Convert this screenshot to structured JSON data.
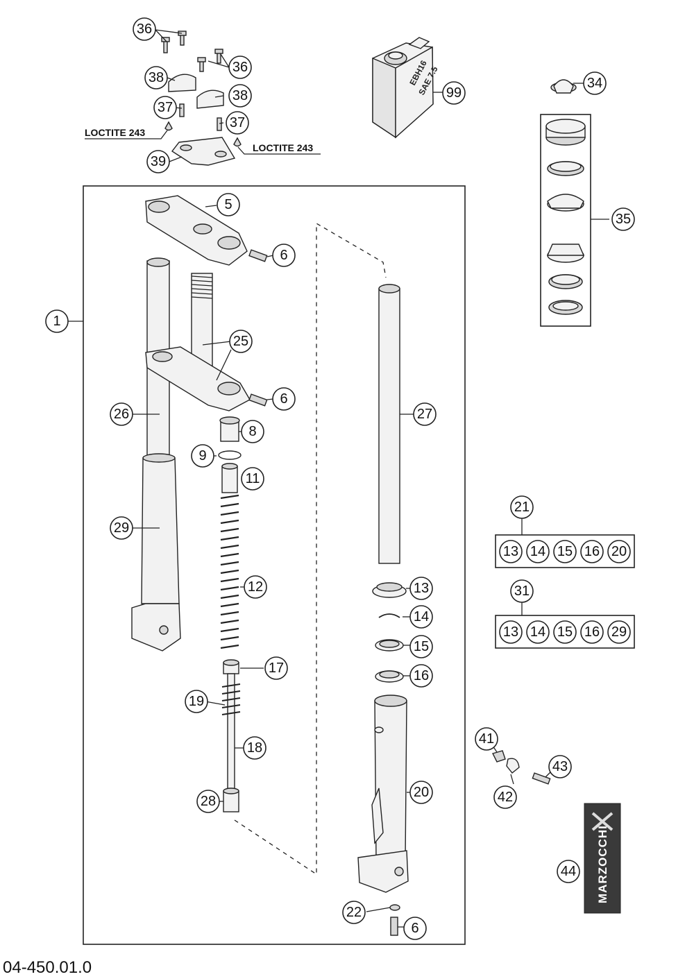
{
  "document_id": "04-450.01.0",
  "annotations": {
    "loctite_left": "LOCTITE 243",
    "loctite_right": "LOCTITE 243"
  },
  "oil_can": {
    "line1": "EBH16",
    "line2": "SAE 7.5"
  },
  "brand_logo": {
    "text": "MARZOCCHI"
  },
  "callouts": [
    "1",
    "5",
    "6",
    "6",
    "6",
    "8",
    "9",
    "11",
    "12",
    "13",
    "14",
    "15",
    "16",
    "17",
    "18",
    "19",
    "20",
    "21",
    "22",
    "25",
    "26",
    "27",
    "28",
    "29",
    "31",
    "34",
    "35",
    "36",
    "36",
    "37",
    "37",
    "38",
    "38",
    "39",
    "41",
    "42",
    "43",
    "44",
    "99"
  ],
  "kit_21": {
    "label": "21",
    "items": [
      "13",
      "14",
      "15",
      "16",
      "20"
    ]
  },
  "kit_31": {
    "label": "31",
    "items": [
      "13",
      "14",
      "15",
      "16",
      "29"
    ]
  }
}
